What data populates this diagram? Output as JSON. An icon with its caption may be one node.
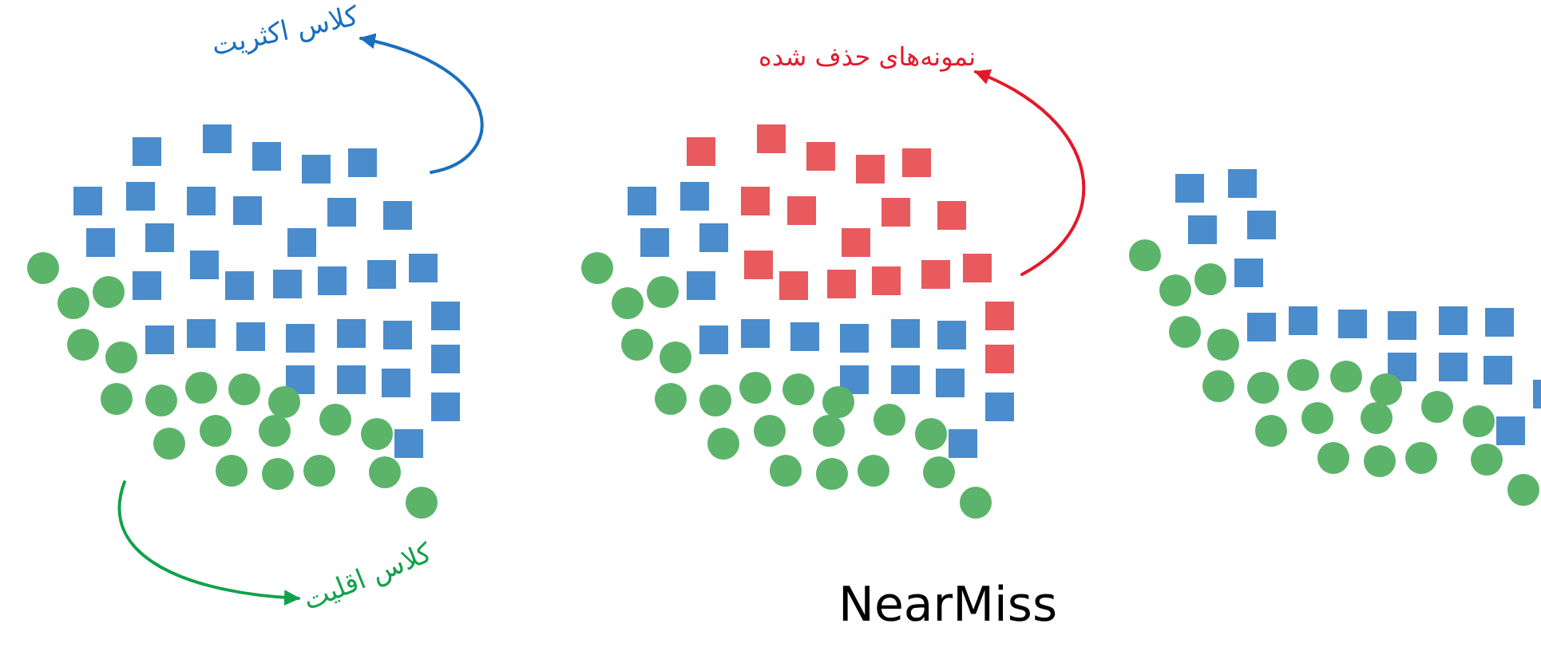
{
  "diagram": {
    "nodes": [
      {
        "text": [
          "کلاس اکثریت"
        ]
      },
      {
        "text": [
          "نمونه‌های حذف شده"
        ]
      },
      {
        "text": [
          "کلاس اقلیت"
        ]
      }
    ],
    "edges": [
      {
        "from": null,
        "to": 0,
        "arrow": "to",
        "color": "#1a6fc0"
      },
      {
        "from": null,
        "to": 1,
        "arrow": "to",
        "color": "#e3192b"
      },
      {
        "from": null,
        "to": 2,
        "arrow": "to",
        "color": "#12a14b"
      }
    ],
    "labels": [
      "NearMiss"
    ]
  }
}
